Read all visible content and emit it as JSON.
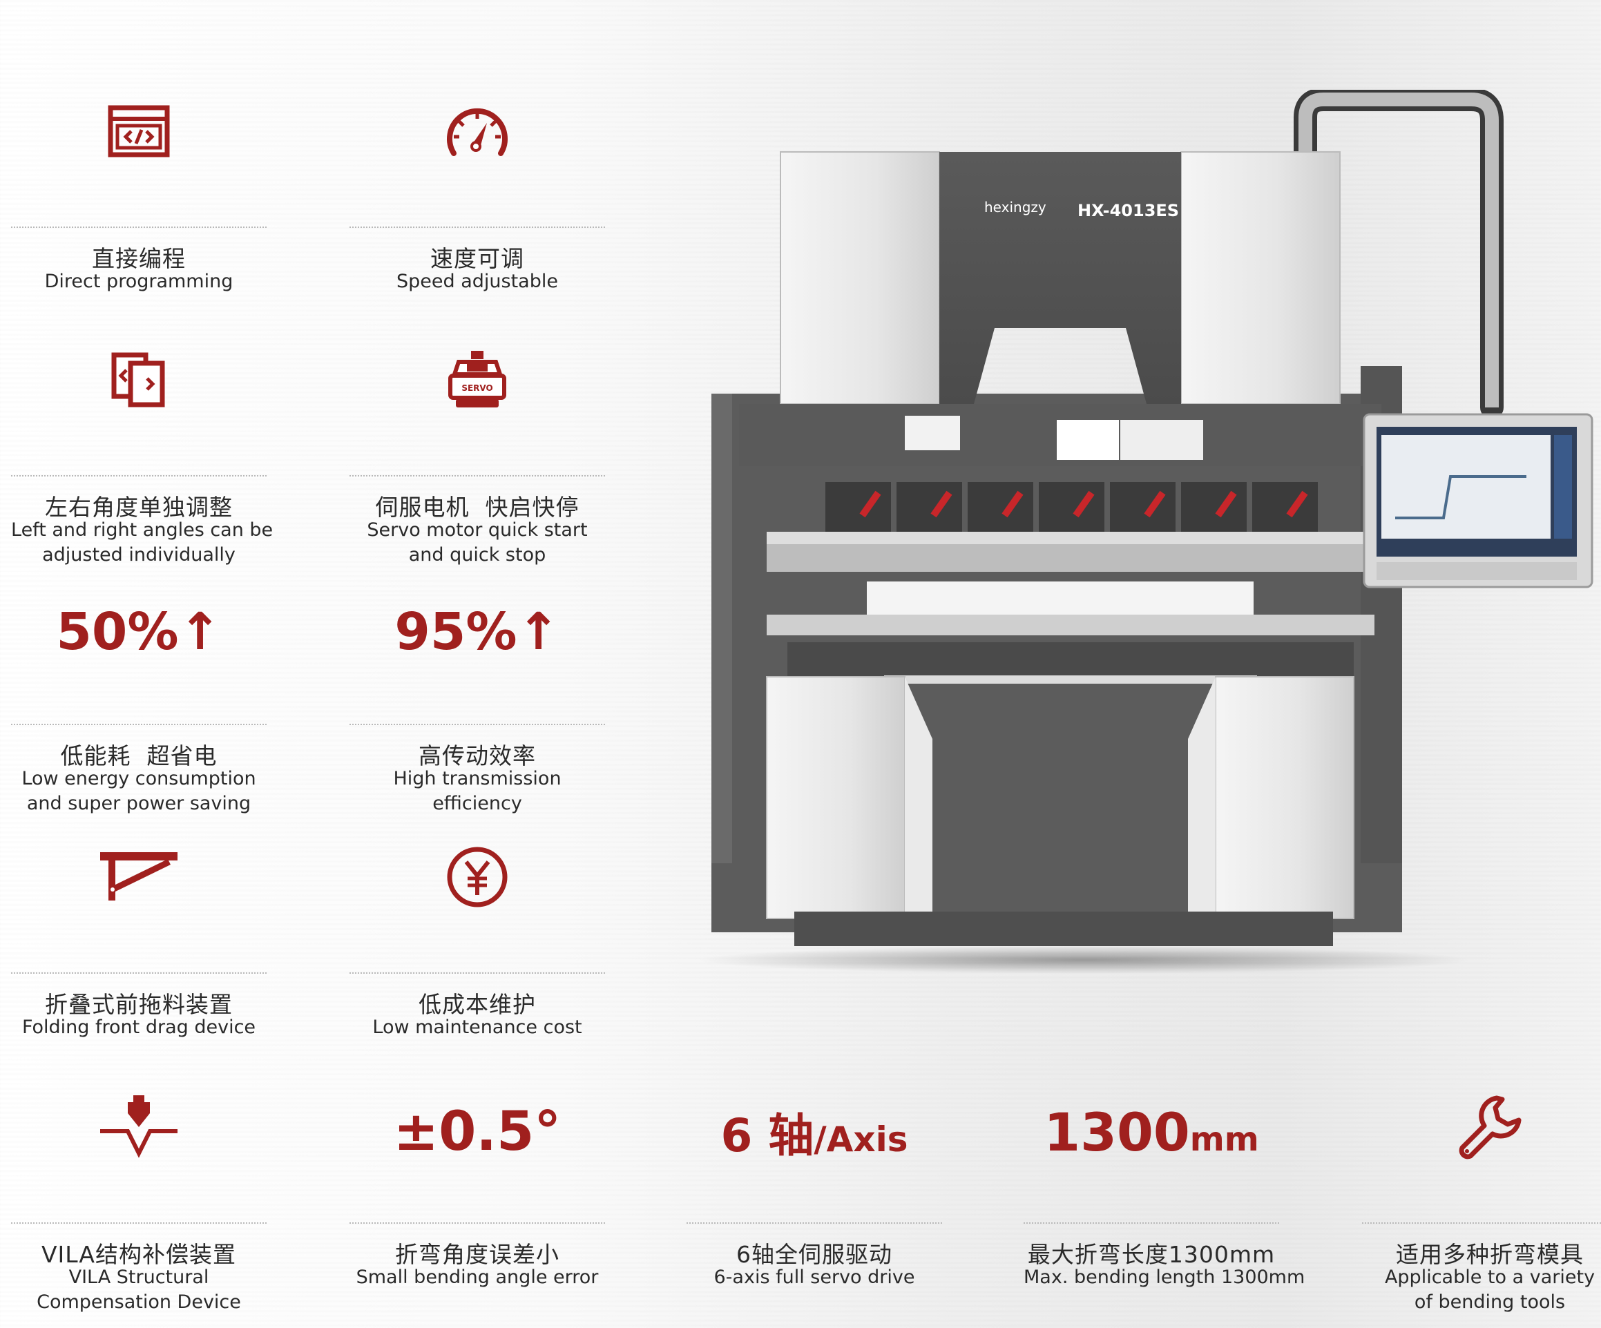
{
  "colors": {
    "accent": "#a0201e",
    "text": "#2a2a2a",
    "machine_dark": "#5b5b5b",
    "machine_light": "#e8e8e8"
  },
  "features": [
    {
      "icon": "code-window-icon",
      "cn": "直接编程",
      "en": [
        "Direct programming"
      ]
    },
    {
      "icon": "speedometer-icon",
      "cn": "速度可调",
      "en": [
        "Speed adjustable"
      ]
    },
    {
      "icon": "left-right-arrows-icon",
      "cn": "左右角度单独调整",
      "en": [
        "Left and right angles can be",
        "adjusted individually"
      ]
    },
    {
      "icon": "servo-motor-icon",
      "icon_label": "SERVO",
      "cn": "伺服电机  快启快停",
      "en": [
        "Servo motor quick start",
        "and quick stop"
      ]
    },
    {
      "big": "50%↑",
      "cn": "低能耗  超省电",
      "en": [
        "Low energy consumption",
        "and super power saving"
      ]
    },
    {
      "big": "95%↑",
      "cn": "高传动效率",
      "en": [
        "High transmission",
        "efficiency"
      ]
    },
    {
      "icon": "folding-bracket-icon",
      "cn": "折叠式前拖料装置",
      "en": [
        "Folding front drag device"
      ]
    },
    {
      "icon": "yen-coin-icon",
      "cn": "低成本维护",
      "en": [
        "Low maintenance cost"
      ]
    },
    {
      "icon": "vila-compensation-icon",
      "cn": "VILA结构补偿装置",
      "en": [
        "VILA Structural",
        "Compensation Device"
      ]
    },
    {
      "big": "±0.5°",
      "cn": "折弯角度误差小",
      "en": [
        "Small bending angle error"
      ]
    },
    {
      "big_main": "6 轴",
      "big_suffix": "/Axis",
      "cn": "6轴全伺服驱动",
      "en": [
        "6-axis full servo drive"
      ]
    },
    {
      "big_main": "1300",
      "big_suffix": "mm",
      "cn": "最大折弯长度1300mm",
      "en": [
        "Max. bending length 1300mm"
      ]
    },
    {
      "icon": "wrench-icon",
      "cn": "适用多种折弯模具",
      "en": [
        "Applicable to a variety",
        "of bending tools"
      ]
    }
  ],
  "machine": {
    "brand": "hexingzy",
    "model": "HX-4013ES"
  }
}
